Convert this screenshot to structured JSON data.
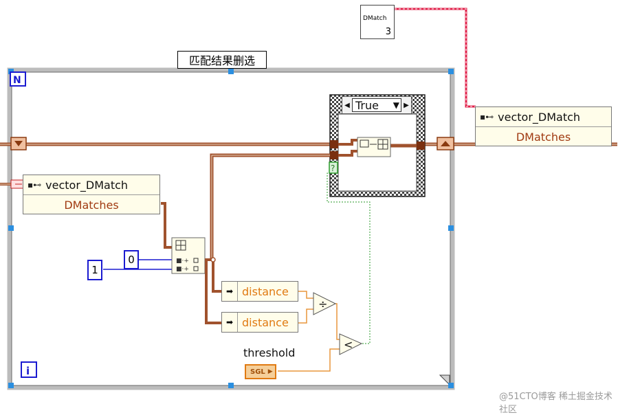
{
  "loop": {
    "label": "匹配结果删选",
    "count_terminal": "N",
    "iteration_terminal": "i"
  },
  "dmatch_constant": {
    "text": "DMatch",
    "value": "3"
  },
  "left_property_node": {
    "class": "vector_DMatch",
    "property": "DMatches"
  },
  "right_property_node": {
    "class": "vector_DMatch",
    "property": "DMatches"
  },
  "index_constants": {
    "row": "1",
    "col": "0"
  },
  "unbundle_top": {
    "label": "distance"
  },
  "unbundle_bottom": {
    "label": "distance"
  },
  "divide_op": "÷",
  "less_than_op": "<",
  "threshold": {
    "label": "threshold",
    "type": "SGL"
  },
  "case_structure": {
    "selector": "True"
  },
  "watermark": "@51CTO博客 稀土掘金技术社区",
  "colors": {
    "cluster_wire": "#a0522d",
    "wire_orange": "#e8963c",
    "wire_blue": "#1a1ad0",
    "wire_green": "#2a9a2a",
    "wire_pink": "#e0204a",
    "loop_border": "#b8b8b8",
    "case_border": "#2a2a2a"
  }
}
